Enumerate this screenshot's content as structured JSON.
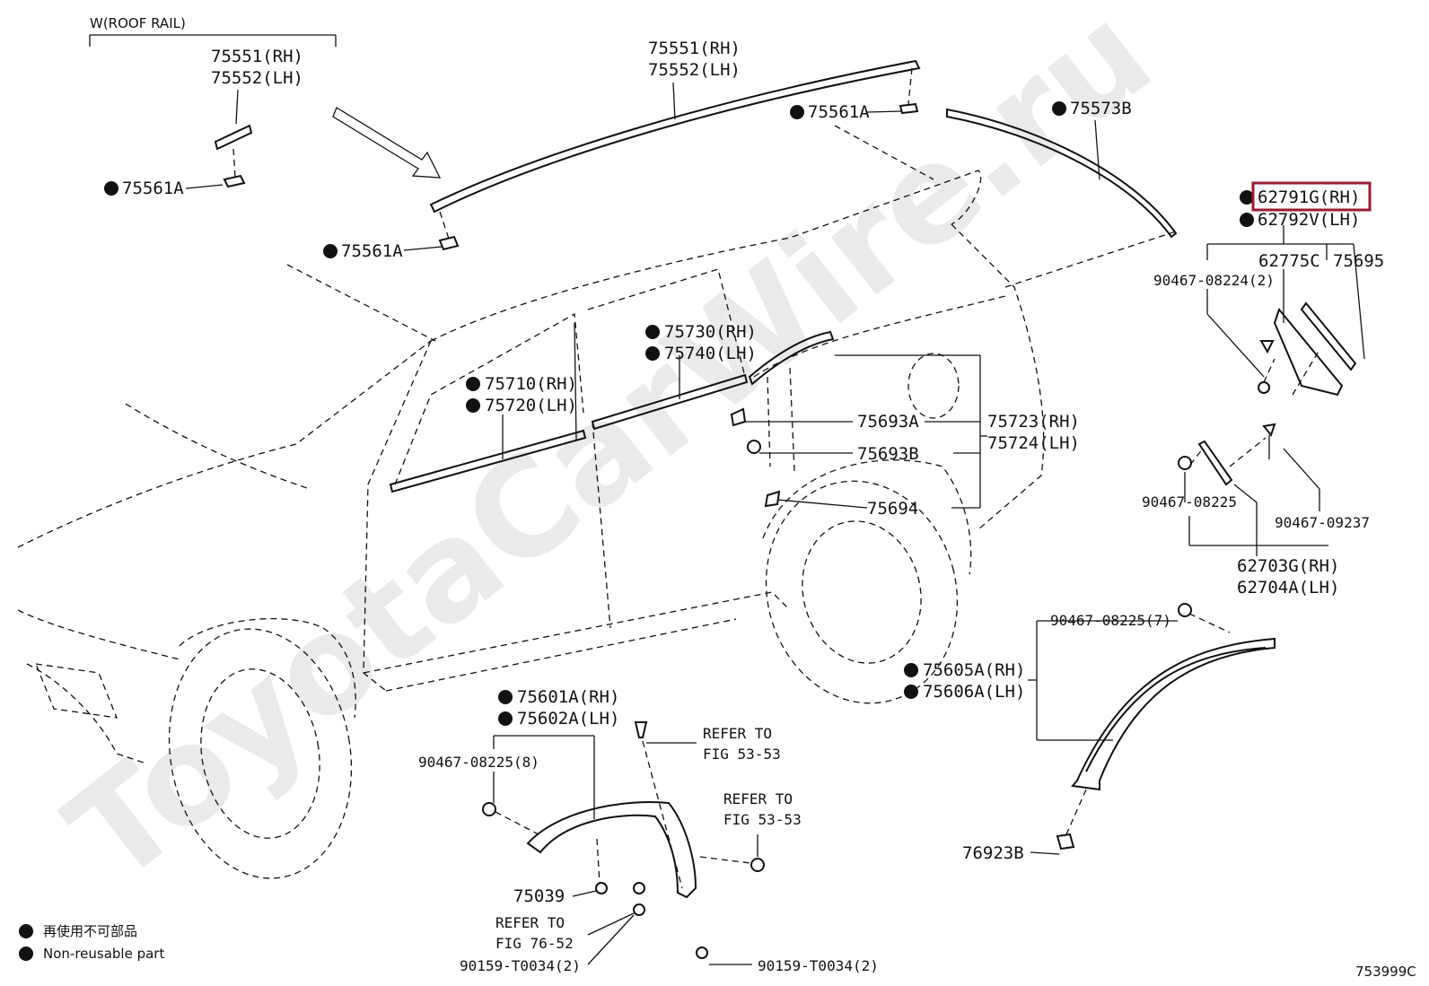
{
  "watermark": "ToyotaCarWire.ru",
  "figure_code": "753999C",
  "roof_rail_group": "W(ROOF RAIL)",
  "legend": {
    "jp": "再使用不可部品",
    "en": "Non-reusable part"
  },
  "labels": {
    "roofrail_rh_small": "75551(RH)",
    "roofrail_lh_small": "75552(LH)",
    "clip_75561a_left": "75561A",
    "clip_75561a_mid": "75561A",
    "roofrail_rh": "75551(RH)",
    "roofrail_lh": "75552(LH)",
    "clip_75561a_top": "75561A",
    "roof_molding": "75573B",
    "spoiler_rh": "62791G(RH)",
    "spoiler_lh": "62792V(LH)",
    "garnish_62775c": "62775C",
    "p75695": "75695",
    "screw_90467_08224": "90467-08224(2)",
    "window_molding_rh": "75730(RH)",
    "window_molding_lh": "75740(LH)",
    "door_molding_rh": "75710(RH)",
    "door_molding_lh": "75720(LH)",
    "clip_75693a": "75693A",
    "clip_75693b": "75693B",
    "clip_75694": "75694",
    "qtr_molding_rh": "75723(RH)",
    "qtr_molding_lh": "75724(LH)",
    "clip_90467_08225_a": "90467-08225",
    "clip_90467_09237": "90467-09237",
    "pillar_rh": "62703G(RH)",
    "pillar_lh": "62704A(LH)",
    "clip_90467_08225_7": "90467-08225(7)",
    "rear_arch_rh": "75605A(RH)",
    "rear_arch_lh": "75606A(LH)",
    "front_arch_rh": "75601A(RH)",
    "front_arch_lh": "75602A(LH)",
    "clip_90467_08225_8": "90467-08225(8)",
    "refer_a_1": "REFER TO",
    "refer_a_2": "FIG 53-53",
    "refer_b_1": "REFER TO",
    "refer_b_2": "FIG 53-53",
    "refer_c_1": "REFER TO",
    "refer_c_2": "FIG 76-52",
    "p75039": "75039",
    "screw_90159_left": "90159-T0034(2)",
    "screw_90159_right": "90159-T0034(2)",
    "p76923b": "76923B"
  },
  "highlight_color": "#9b1b30"
}
